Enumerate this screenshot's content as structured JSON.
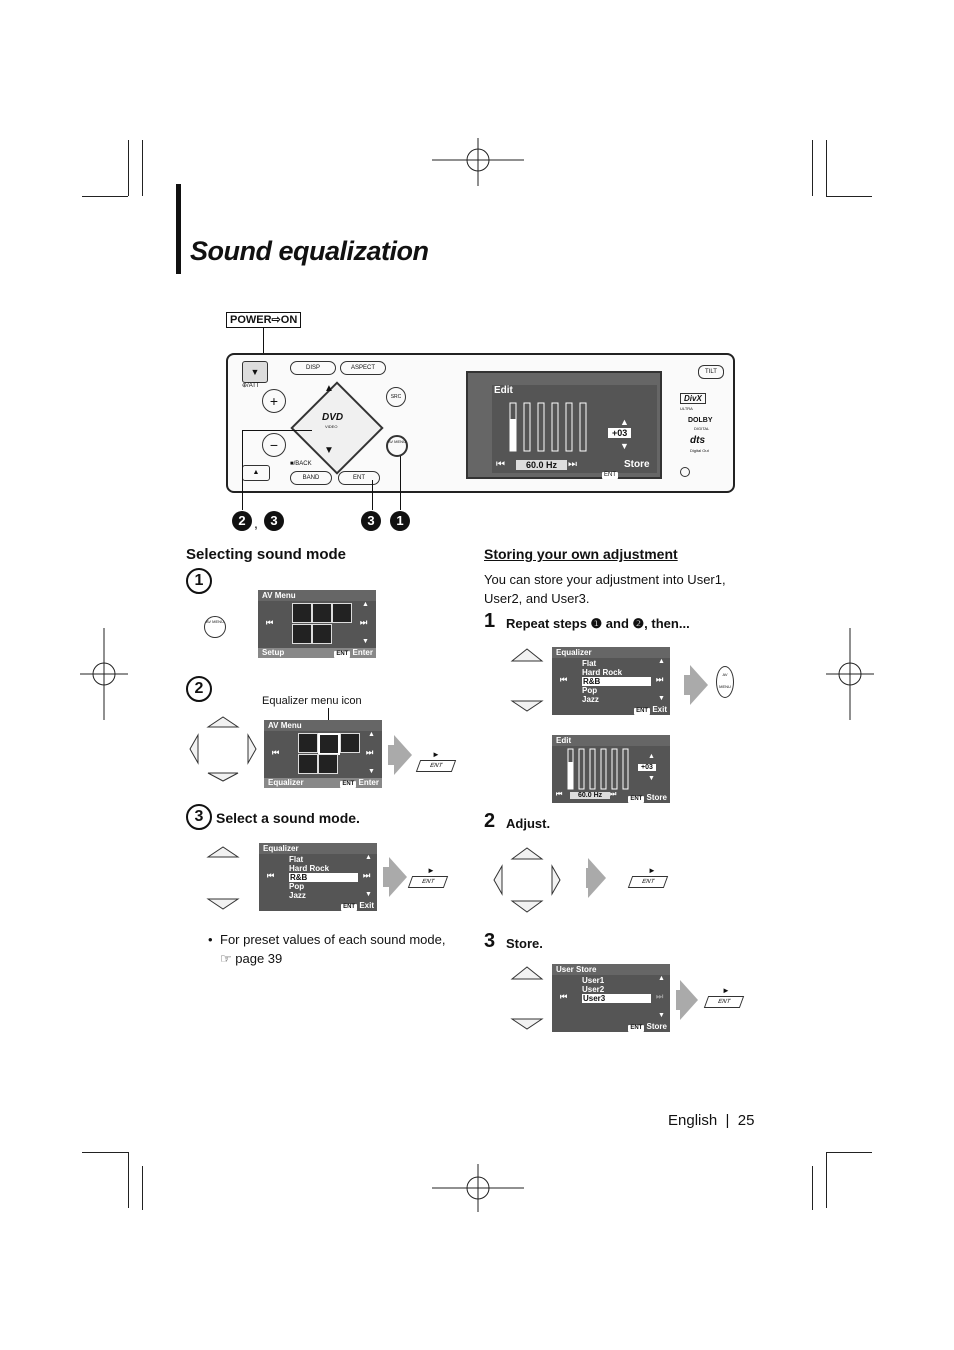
{
  "page": {
    "title": "Sound equalization",
    "footer": "English  |  25",
    "power_label": "POWER⇨ON"
  },
  "unit": {
    "buttons": {
      "att": "⊕/ATT",
      "disp": "DISP",
      "aspect": "ASPECT",
      "tilt": "TILT",
      "src": "SRC",
      "av_menu": "AV MENU",
      "back": "■/BACK",
      "band": "BAND",
      "ent": "ENT",
      "eject": "▲",
      "plus": "+",
      "minus": "−",
      "dvd": "DVD",
      "dvd_sub": "VIDEO"
    },
    "display": {
      "header": "Edit",
      "value": "+03",
      "freq": "60.0 Hz",
      "ent": "ENT",
      "store": "Store"
    },
    "logos": {
      "divx": "DivX",
      "divx_sub": "ULTRA",
      "dolby": "DOLBY",
      "dolby_sub": "DIGITAL",
      "dts": "dts",
      "dts_sub": "Digital Out"
    },
    "callouts": {
      "c23a": "2",
      "c23b": "3",
      "c3": "3",
      "c1": "1",
      "comma": ","
    }
  },
  "left": {
    "heading": "Selecting sound mode",
    "step1": "1",
    "step2": "2",
    "step3": "3",
    "step3_text": "Select a sound mode.",
    "eq_icon_label": "Equalizer menu icon",
    "av_menu_btn": "AV MENU",
    "screen1": {
      "header": "AV Menu",
      "footer": "Setup",
      "ent": "ENT",
      "action": "Enter"
    },
    "screen2": {
      "header": "AV Menu",
      "footer": "Equalizer",
      "ent": "ENT",
      "action": "Enter"
    },
    "screen3": {
      "header": "Equalizer",
      "items": [
        "Flat",
        "Hard Rock",
        "R&B",
        "Pop",
        "Jazz"
      ],
      "ent": "ENT",
      "action": "Exit"
    },
    "note_bullet": "•",
    "note": "For preset values of each sound mode, ☞ page 39",
    "ent_key": "ENT"
  },
  "right": {
    "heading": "Storing your own adjustment",
    "intro": "You can store your adjustment into User1, User2, and User3.",
    "s1_no": "1",
    "s1_text": "Repeat steps ❶ and ❷, then...",
    "s2_no": "2",
    "s2_text": "Adjust.",
    "s3_no": "3",
    "s3_text": "Store.",
    "screen_eq": {
      "header": "Equalizer",
      "items": [
        "Flat",
        "Hard Rock",
        "R&B",
        "Pop",
        "Jazz"
      ],
      "ent": "ENT",
      "action": "Exit"
    },
    "screen_edit": {
      "header": "Edit",
      "value": "+03",
      "freq": "60.0 Hz",
      "ent": "ENT",
      "action": "Store"
    },
    "screen_user": {
      "header": "User Store",
      "items": [
        "User1",
        "User2",
        "User3"
      ],
      "ent": "ENT",
      "action": "Store"
    },
    "av_menu_btn": "AV MENU",
    "ent_key": "ENT"
  }
}
